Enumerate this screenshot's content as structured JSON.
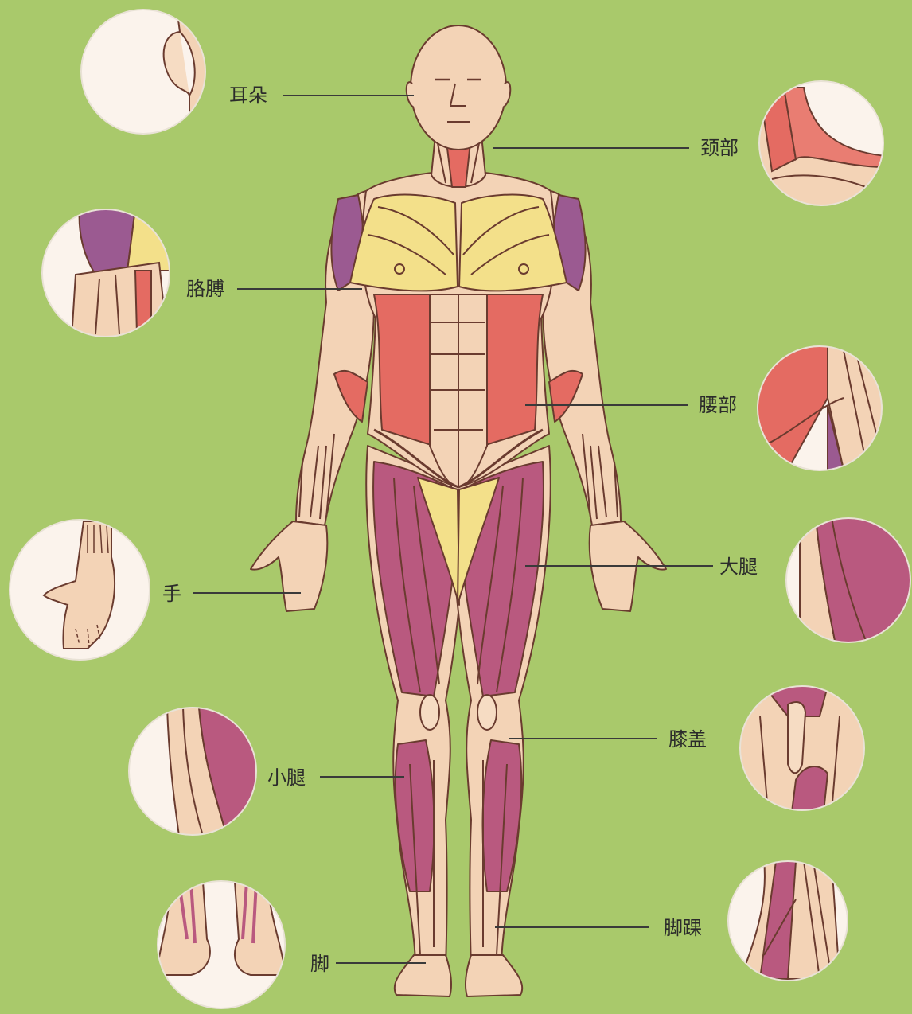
{
  "background_color": "#a9c96b",
  "colors": {
    "skin": "#f3d3b6",
    "red_muscle": "#e46b62",
    "purple_muscle": "#b9597f",
    "violet_muscle": "#9b5a91",
    "yellow_muscle": "#f3e08a",
    "outline": "#6a3b2f",
    "line": "#3a3a3a"
  },
  "labels": {
    "ear": "耳朵",
    "neck": "颈部",
    "upper_arm": "胳膊",
    "waist": "腰部",
    "hand": "手",
    "thigh": "大腿",
    "knee": "膝盖",
    "calf": "小腿",
    "ankle": "脚踝",
    "foot": "脚"
  },
  "icons": {
    "ear": "ear-closeup-icon",
    "neck": "neck-closeup-icon",
    "upper_arm": "upper-arm-closeup-icon",
    "waist": "waist-closeup-icon",
    "hand": "hand-closeup-icon",
    "thigh": "thigh-closeup-icon",
    "knee": "knee-closeup-icon",
    "calf": "calf-closeup-icon",
    "ankle": "ankle-closeup-icon",
    "foot": "foot-closeup-icon"
  }
}
